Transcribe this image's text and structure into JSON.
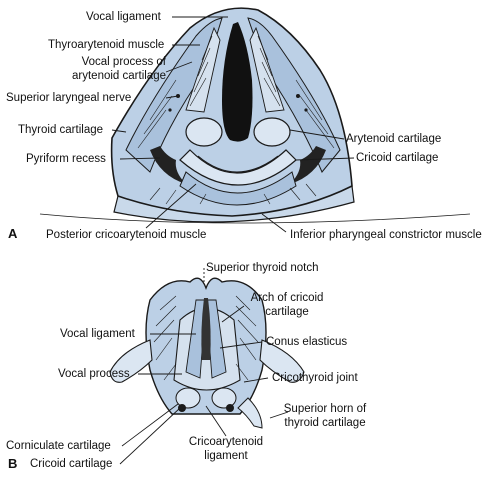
{
  "colors": {
    "tissue": "#bcd0e6",
    "tissue_light": "#dbe6f2",
    "ink": "#1a1a1a",
    "background": "#ffffff"
  },
  "panels": {
    "a": {
      "letter": "A",
      "labels": {
        "vocal_ligament": "Vocal ligament",
        "thyroarytenoid_muscle": "Thyroarytenoid muscle",
        "vocal_process_line1": "Vocal process of",
        "vocal_process_line2": "arytenoid cartilage",
        "superior_laryngeal_nerve": "Superior laryngeal nerve",
        "thyroid_cartilage": "Thyroid cartilage",
        "pyriform_recess": "Pyriform recess",
        "arytenoid_cartilage": "Arytenoid cartilage",
        "cricoid_cartilage": "Cricoid cartilage",
        "posterior_cricoarytenoid_muscle": "Posterior cricoarytenoid muscle",
        "inferior_pharyngeal_constrictor_muscle": "Inferior pharyngeal constrictor muscle"
      }
    },
    "b": {
      "letter": "B",
      "labels": {
        "superior_thyroid_notch": "Superior thyroid notch",
        "arch_of_cricoid_line1": "Arch of cricoid",
        "arch_of_cricoid_line2": "cartilage",
        "vocal_ligament": "Vocal ligament",
        "conus_elasticus": "Conus elasticus",
        "vocal_process": "Vocal process",
        "cricothyroid_joint": "Cricothyroid joint",
        "superior_horn_line1": "Superior horn of",
        "superior_horn_line2": "thyroid cartilage",
        "corniculate_cartilage": "Corniculate cartilage",
        "cricoarytenoid_line1": "Cricoarytenoid",
        "cricoarytenoid_line2": "ligament",
        "cricoid_cartilage": "Cricoid cartilage"
      }
    }
  }
}
